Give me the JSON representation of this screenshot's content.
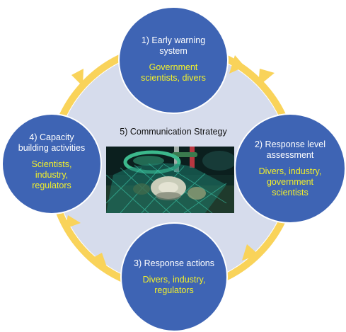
{
  "colors": {
    "ring": "#f9d35a",
    "inner_disc": "#d6dcec",
    "node_fill": "#3e64b4",
    "title_text": "#ffffff",
    "actor_text": "#f2f02a"
  },
  "center": {
    "title": "5) Communication Strategy",
    "image": "photo-diver-net-cage-abalone"
  },
  "nodes": [
    {
      "id": "top",
      "title_lines": [
        "1) Early warning",
        "system"
      ],
      "actor_lines": [
        "Government",
        "scientists, divers"
      ]
    },
    {
      "id": "right",
      "title_lines": [
        "2) Response level",
        "assessment"
      ],
      "actor_lines": [
        "Divers, industry,",
        "government",
        "scientists"
      ]
    },
    {
      "id": "bottom",
      "title_lines": [
        "3) Response actions"
      ],
      "actor_lines": [
        "Divers, industry,",
        "regulators"
      ]
    },
    {
      "id": "left",
      "title_lines": [
        "4) Capacity",
        "building activities"
      ],
      "actor_lines": [
        "Scientists,",
        "industry,",
        "regulators"
      ]
    }
  ]
}
